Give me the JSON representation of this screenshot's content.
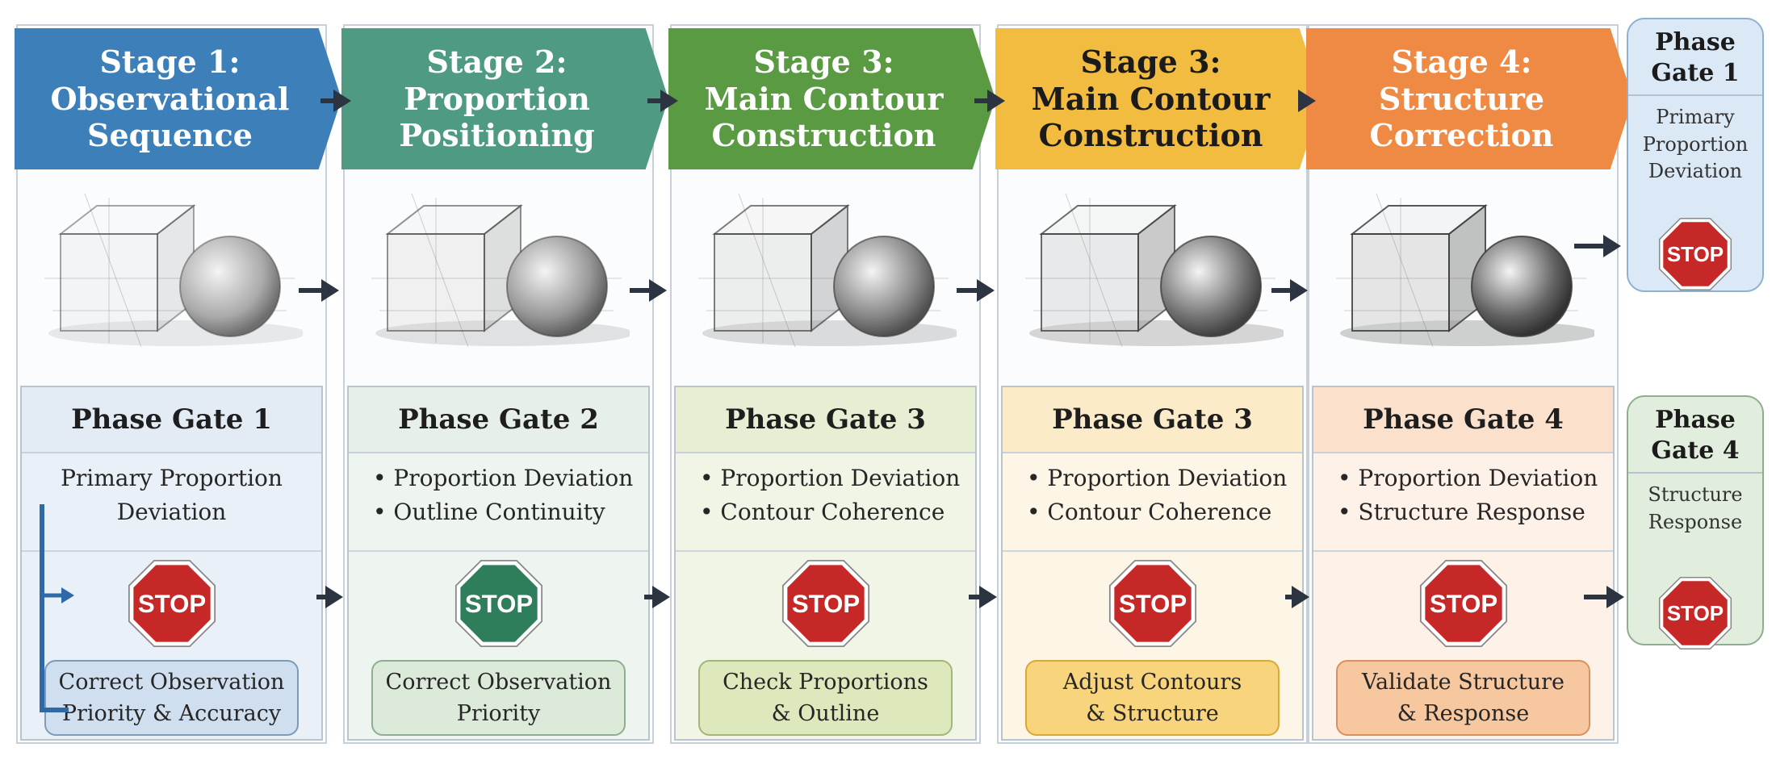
{
  "stages": [
    {
      "title_lines": [
        "Stage 1:",
        "Observational",
        "Sequence"
      ],
      "color": "#3d7fb8"
    },
    {
      "title_lines": [
        "Stage 2:",
        "Proportion",
        "Positioning"
      ],
      "color": "#4e9a82"
    },
    {
      "title_lines": [
        "Stage 3:",
        "Main Contour",
        "Construction"
      ],
      "color": "#5a9a43"
    },
    {
      "title_lines": [
        "Stage 3:",
        "Main Contour",
        "Construction"
      ],
      "color": "#f2bc41"
    },
    {
      "title_lines": [
        "Stage 4:",
        "Structure",
        "Correction"
      ],
      "color": "#ef8a45"
    }
  ],
  "gates": [
    {
      "title": "Phase Gate 1",
      "text_lines": [
        "Primary Proportion",
        "Deviation"
      ],
      "bullets": [],
      "stop_label": "STOP",
      "stop_color": "#c62828",
      "action_lines": [
        "Correct Observation",
        "Priority & Accuracy"
      ]
    },
    {
      "title": "Phase Gate 2",
      "text_lines": [],
      "bullets": [
        "Proportion Deviation",
        "Outline Continuity"
      ],
      "stop_label": "STOP",
      "stop_color": "#2e7d5b",
      "action_lines": [
        "Correct Observation",
        "Priority"
      ]
    },
    {
      "title": "Phase Gate 3",
      "text_lines": [],
      "bullets": [
        "Proportion Deviation",
        "Contour Coherence"
      ],
      "stop_label": "STOP",
      "stop_color": "#c62828",
      "action_lines": [
        "Check Proportions",
        "& Outline"
      ]
    },
    {
      "title": "Phase Gate 3",
      "text_lines": [],
      "bullets": [
        "Proportion Deviation",
        "Contour Coherence"
      ],
      "stop_label": "STOP",
      "stop_color": "#c62828",
      "action_lines": [
        "Adjust Contours",
        "& Structure"
      ]
    },
    {
      "title": "Phase Gate 4",
      "text_lines": [],
      "bullets": [
        "Proportion Deviation",
        "Structure Response"
      ],
      "stop_label": "STOP",
      "stop_color": "#c62828",
      "action_lines": [
        "Validate Structure",
        "& Response"
      ]
    }
  ],
  "side_gates": [
    {
      "title_lines": [
        "Phase",
        "Gate 1"
      ],
      "body_lines": [
        "Primary",
        "Proportion",
        "Deviation"
      ],
      "stop_label": "STOP"
    },
    {
      "title_lines": [
        "Phase",
        "Gate 4"
      ],
      "body_lines": [
        "Structure",
        "Response"
      ],
      "stop_label": "STOP"
    }
  ]
}
